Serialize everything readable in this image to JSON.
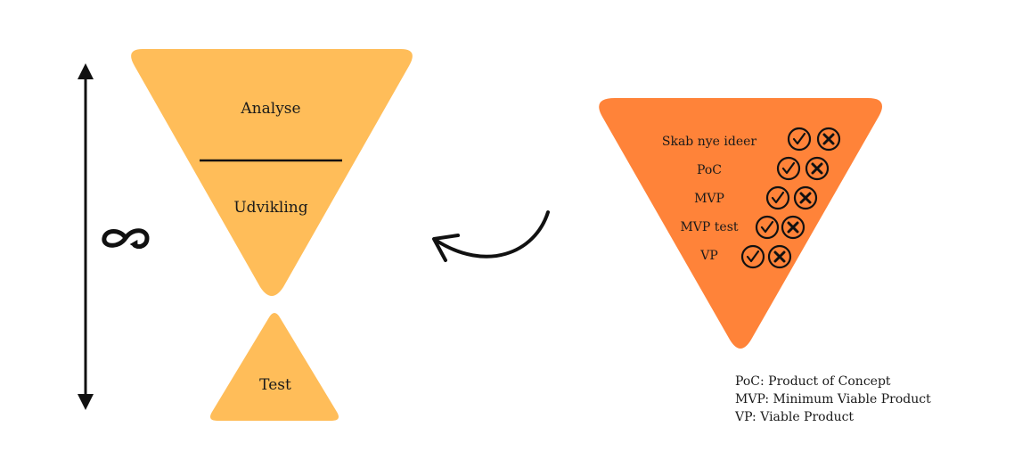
{
  "left_funnel": {
    "top_label": "Analyse",
    "middle_label": "Udvikling",
    "bottom_label": "Test",
    "fill_color": "#FFBD59"
  },
  "right_funnel": {
    "fill_color": "#FF8339",
    "steps": [
      {
        "label": "Skab nye ideer",
        "icons": [
          "check-circle-icon",
          "x-circle-icon"
        ]
      },
      {
        "label": "PoC",
        "icons": [
          "check-circle-icon",
          "x-circle-icon"
        ]
      },
      {
        "label": "MVP",
        "icons": [
          "check-circle-icon",
          "x-circle-icon"
        ]
      },
      {
        "label": "MVP test",
        "icons": [
          "check-circle-icon",
          "x-circle-icon"
        ]
      },
      {
        "label": "VP",
        "icons": [
          "check-circle-icon",
          "x-circle-icon"
        ]
      }
    ]
  },
  "legend": [
    "PoC: Product of Concept",
    "MVP: Minimum Viable Product",
    "VP: Viable Product"
  ],
  "icons": {
    "vertical_arrow": "double-arrow-icon",
    "infinity": "infinity-loop-icon",
    "curved_arrow": "curved-arrow-icon"
  },
  "colors": {
    "ink": "#1a1a1a"
  }
}
